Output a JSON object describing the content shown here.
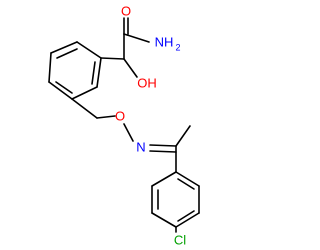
{
  "molecule": {
    "atoms": {
      "amide_oxygen": "O",
      "amide_nitrogen": "NH",
      "amide_nitrogen_h_count": "2",
      "hydroxyl": "OH",
      "ether_oxygen": "O",
      "imine_nitrogen": "N",
      "chlorine": "Cl"
    },
    "colors": {
      "oxygen": "#ff0000",
      "nitrogen": "#0000ff",
      "chlorine": "#00a000",
      "bond": "#000000"
    }
  }
}
